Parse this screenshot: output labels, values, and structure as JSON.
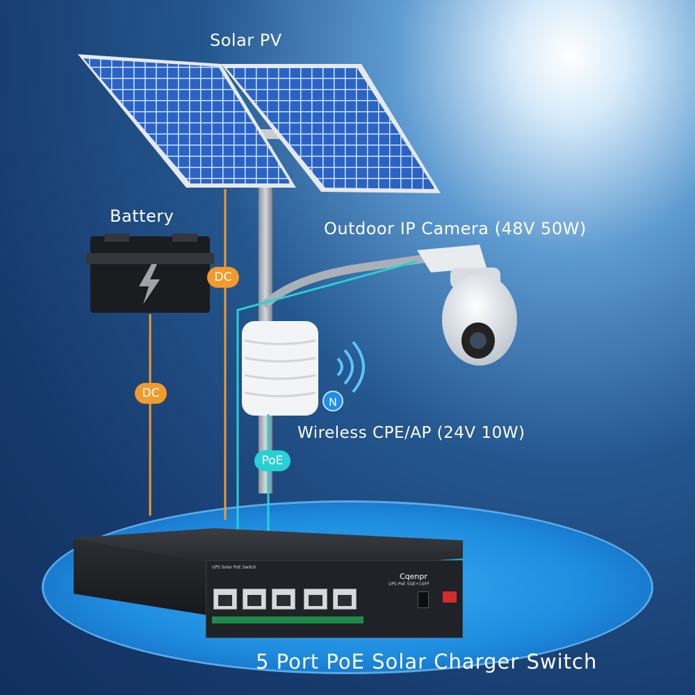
{
  "labels": {
    "solar": "Solar PV",
    "battery": "Battery",
    "camera": "Outdoor IP Camera (48V 50W)",
    "ap": "Wireless CPE/AP (24V 10W)",
    "switch": "5 Port PoE Solar Charger Switch"
  },
  "badges": {
    "dc1": "DC",
    "dc2": "DC",
    "poe": "PoE",
    "n": "N"
  },
  "device": {
    "brand": "Cqenpr",
    "model": "UPS PoE 5GE+1SFP",
    "panel_title": "UPS Solar PoE Switch"
  },
  "colors": {
    "dc_line": "#f29a2c",
    "poe_line": "#28d0d6",
    "solar_cell": "#2a63c4"
  }
}
